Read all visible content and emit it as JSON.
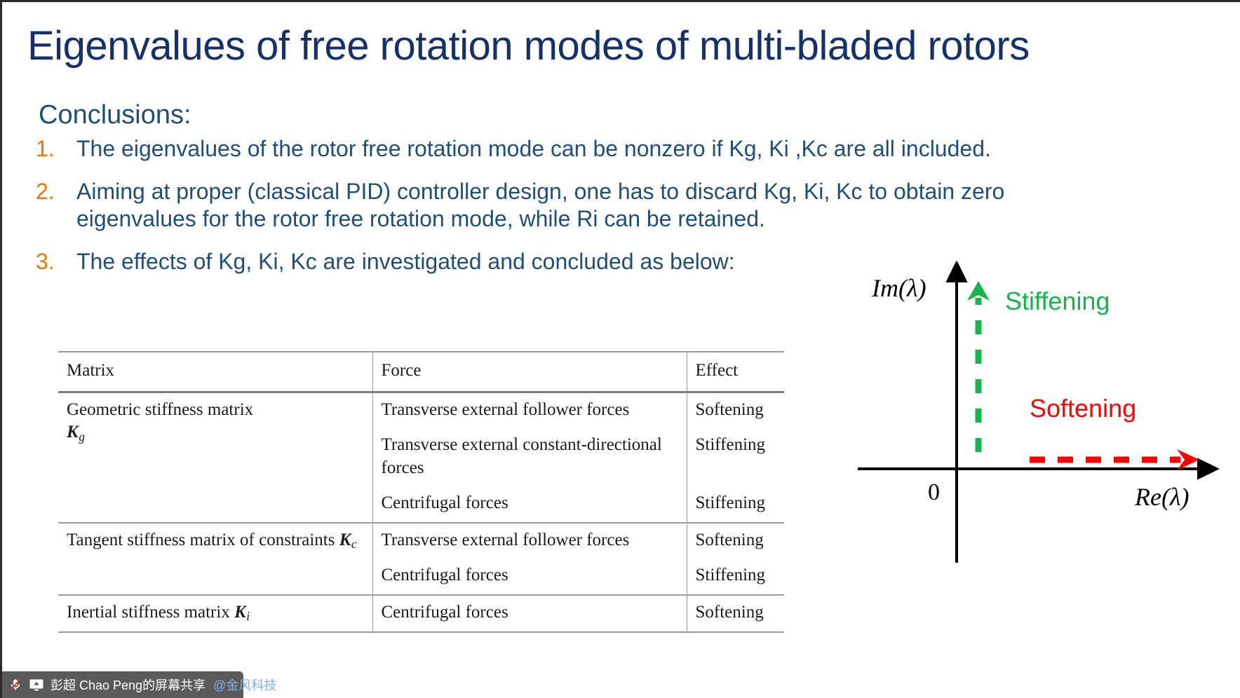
{
  "slide": {
    "title": "Eigenvalues of free rotation modes of multi-bladed rotors",
    "conclusions_heading": "Conclusions:",
    "accent_title_color": "#16306b",
    "accent_body_color": "#1f4e79",
    "accent_number_color": "#f57300"
  },
  "conclusions": {
    "items": [
      {
        "number": "1.",
        "text": "The eigenvalues of the rotor free rotation mode can be nonzero if Kg, Ki ,Kc are all included."
      },
      {
        "number": "2.",
        "text": "Aiming at proper (classical PID) controller design, one has to discard Kg, Ki, Kc to obtain zero eigenvalues for the rotor free rotation mode, while Ri can be retained."
      },
      {
        "number": "3.",
        "text": "The effects of Kg, Ki, Kc are investigated and concluded as below:"
      }
    ]
  },
  "table": {
    "headers": [
      "Matrix",
      "Force",
      "Effect"
    ],
    "groups": [
      {
        "matrix_name": "Geometric stiffness matrix",
        "matrix_symbol": "K",
        "matrix_symbol_sub": "g",
        "rows": [
          {
            "force": "Transverse external follower forces",
            "effect": "Softening"
          },
          {
            "force": "Transverse external constant-directional forces",
            "effect": "Stiffening"
          },
          {
            "force": "Centrifugal forces",
            "effect": "Stiffening"
          }
        ]
      },
      {
        "matrix_name": "Tangent stiffness matrix of constraints",
        "matrix_symbol": "K",
        "matrix_symbol_sub": "c",
        "rows": [
          {
            "force": "Transverse external follower forces",
            "effect": "Softening"
          },
          {
            "force": "Centrifugal forces",
            "effect": "Stiffening"
          }
        ]
      },
      {
        "matrix_name": "Inertial stiffness matrix",
        "matrix_symbol": "K",
        "matrix_symbol_sub": "i",
        "rows": [
          {
            "force": "Centrifugal forces",
            "effect": "Softening"
          }
        ]
      }
    ]
  },
  "diagram": {
    "y_axis_label": "Im(λ)",
    "x_axis_label": "Re(λ)",
    "origin_label": "0",
    "stiffening_label": "Stiffening",
    "softening_label": "Softening",
    "stiffening_color": "#16b44a",
    "softening_color": "#ff0000",
    "axis_color": "#000000"
  },
  "bottom_bar": {
    "presenter": "彭超 Chao Peng的屏幕共享",
    "organization": "@金风科技",
    "mic_icon": "mic-muted-icon",
    "share_icon": "screen-share-icon",
    "background": "#5a5a5a"
  }
}
